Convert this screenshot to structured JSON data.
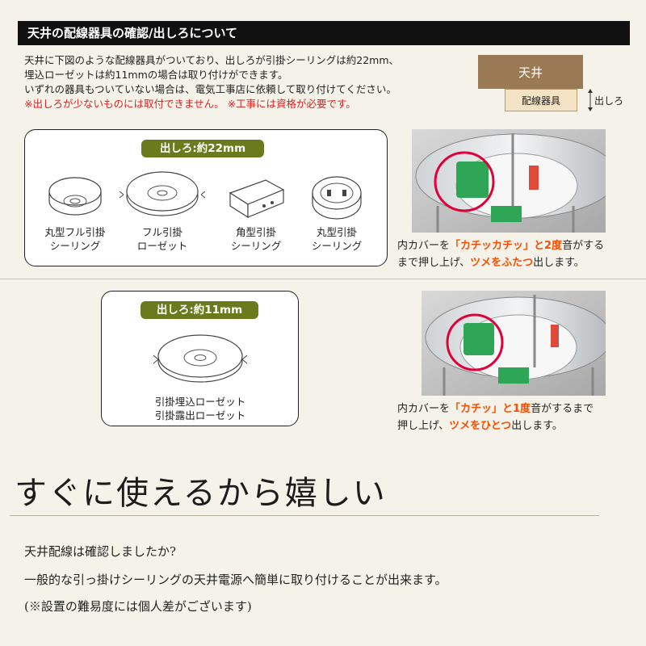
{
  "header": {
    "title": "天井の配線器具の確認/出しろについて"
  },
  "intro": {
    "line1": "天井に下図のような配線器具がついており、出しろが引掛シーリングは約22mm、",
    "line2": "埋込ローゼットは約11mmの場合は取り付けができます。",
    "line3": "いずれの器具もついていない場合は、電気工事店に依頼して取り付けてください。",
    "line4": "※出しろが少ないものには取付できません。 ※工事には資格が必要です。"
  },
  "diagram": {
    "ceiling": "天井",
    "fixture": "配線器具",
    "depth": "出しろ"
  },
  "panel1": {
    "pill": "出しろ:約22mm",
    "devices": [
      {
        "line1": "丸型フル引掛",
        "line2": "シーリング"
      },
      {
        "line1": "フル引掛",
        "line2": "ローゼット"
      },
      {
        "line1": "角型引掛",
        "line2": "シーリング"
      },
      {
        "line1": "丸型引掛",
        "line2": "シーリング"
      }
    ]
  },
  "panel2": {
    "pill": "出しろ:約11mm",
    "devices": [
      {
        "line1": "引掛埋込ローゼット",
        "line2": "引掛露出ローゼット"
      }
    ]
  },
  "caption1": {
    "a": "内カバーを",
    "b": "「カチッカチッ」と2度",
    "c": "音がする",
    "d": "まで押し上げ、",
    "e": "ツメをふたつ",
    "f": "出します。"
  },
  "caption2": {
    "a": "内カバーを",
    "b": "「カチッ」と1度",
    "c": "音がするまで",
    "d": "押し上げ、",
    "e": "ツメをひとつ",
    "f": "出します。"
  },
  "section": {
    "title": "すぐに使えるから嬉しい",
    "line1": "天井配線は確認しましたか?",
    "line2": "一般的な引っ掛けシーリングの天井電源へ簡単に取り付けることが出来ます。",
    "line3": "(※設置の難易度には個人差がございます)"
  },
  "colors": {
    "accent_green": "#6b7a1c",
    "warning_red": "#e02020",
    "highlight_orange": "#ff4d00",
    "ceiling_brown": "#9a7a55"
  }
}
